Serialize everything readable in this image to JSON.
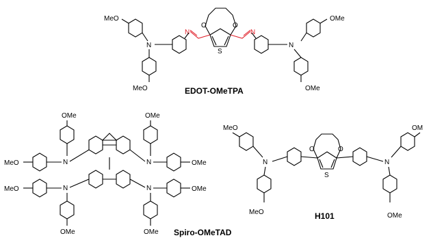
{
  "labels": {
    "ome": "OMe",
    "meo": "MeO",
    "n": "N",
    "s": "S",
    "o": "O",
    "om_cut": "OM"
  },
  "compounds": [
    {
      "id": "edot-ometpa",
      "name": "EDOT-OMeTPA"
    },
    {
      "id": "spiro-ometad",
      "name": "Spiro-OMeTAD"
    },
    {
      "id": "h101",
      "name": "H101"
    }
  ],
  "colors": {
    "bond": "#000000",
    "imine": "#e0202a",
    "background": "#ffffff"
  }
}
